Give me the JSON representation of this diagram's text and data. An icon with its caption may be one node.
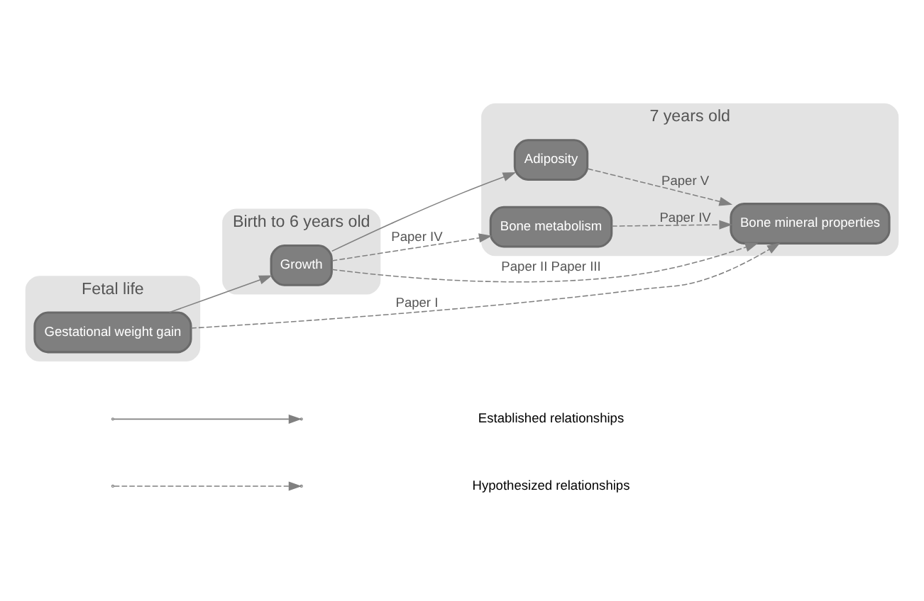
{
  "diagram": {
    "nodes": [
      {
        "text": [
          "Fetal life"
        ]
      },
      {
        "text": [
          "Birth to 6 years old"
        ]
      },
      {
        "text": [
          "7 years old"
        ]
      },
      {
        "text": [
          "Gestational weight gain"
        ],
        "in": 0
      },
      {
        "text": [
          "Growth"
        ],
        "in": 1
      },
      {
        "text": [
          "Adiposity"
        ],
        "in": 2
      },
      {
        "text": [
          "Bone mineral properties"
        ],
        "in": 2
      },
      {
        "text": [
          "Bone metabolism"
        ],
        "in": 2
      }
    ],
    "edges": [
      {
        "from": 3,
        "to": 4,
        "arrow": "to"
      },
      {
        "from": 4,
        "to": 5,
        "arrow": "to"
      },
      {
        "from": 4,
        "to": 6,
        "arrow": "to",
        "style": "dashed",
        "label": "Paper II Paper III"
      },
      {
        "from": 5,
        "to": 6,
        "arrow": "to",
        "style": "dashed",
        "label": "Paper V"
      },
      {
        "from": 3,
        "to": 6,
        "arrow": "to",
        "style": "dashed",
        "label": "Paper I"
      },
      {
        "from": 4,
        "to": 7,
        "arrow": "to",
        "style": "dashed",
        "label": "Paper IV"
      },
      {
        "from": 7,
        "to": 6,
        "arrow": "to",
        "style": "dashed",
        "label": "Paper IV"
      }
    ],
    "legend": [
      {
        "text": "Established relationships"
      },
      {
        "text": "Hypothesized relationships"
      }
    ]
  }
}
